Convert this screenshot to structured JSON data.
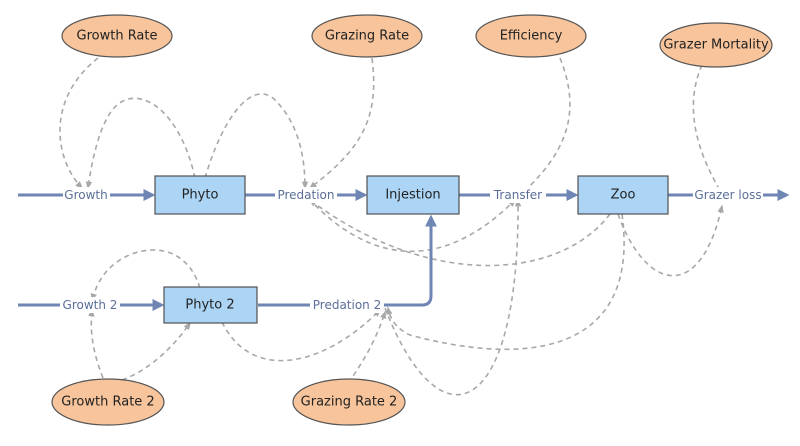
{
  "diagram": {
    "stocks": {
      "phyto": "Phyto",
      "injestion": "Injestion",
      "zoo": "Zoo",
      "phyto2": "Phyto 2"
    },
    "flows": {
      "growth": "Growth",
      "predation": "Predation",
      "transfer": "Transfer",
      "grazer_loss": "Grazer loss",
      "growth2": "Growth 2",
      "predation2": "Predation 2"
    },
    "parameters": {
      "growth_rate": "Growth Rate",
      "grazing_rate": "Grazing Rate",
      "efficiency": "Efficiency",
      "grazer_mortality": "Grazer Mortality",
      "growth_rate2": "Growth Rate 2",
      "grazing_rate2": "Grazing Rate 2"
    },
    "colors": {
      "stock_fill": "#acd4f5",
      "parameter_fill": "#f7c49b",
      "flow_color": "#6f86b5",
      "link_color": "#a8a8a8"
    }
  }
}
